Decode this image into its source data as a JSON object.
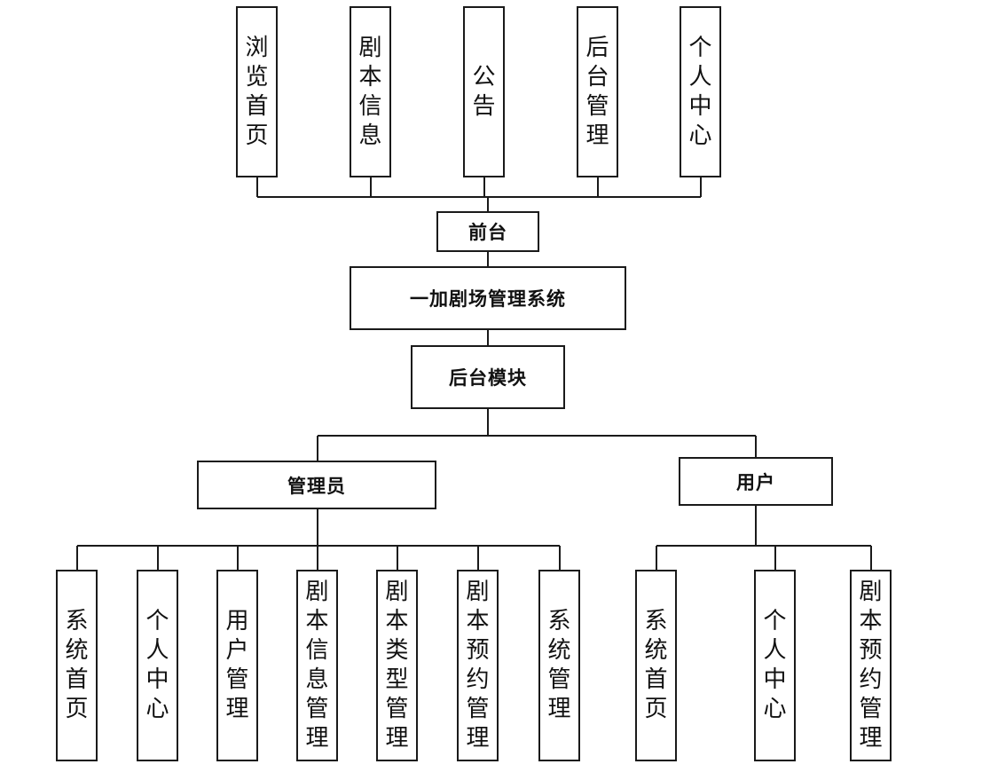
{
  "root": {
    "id": "root",
    "label": "一加剧场管理系统"
  },
  "frontend": {
    "node": {
      "id": "frontend",
      "label": "前台"
    },
    "children": [
      {
        "id": "f1",
        "label": "浏览首页"
      },
      {
        "id": "f2",
        "label": "剧本信息"
      },
      {
        "id": "f3",
        "label": "公告"
      },
      {
        "id": "f4",
        "label": "后台管理"
      },
      {
        "id": "f5",
        "label": "个人中心"
      }
    ]
  },
  "backend": {
    "node": {
      "id": "backend",
      "label": "后台模块"
    },
    "admin": {
      "node": {
        "id": "admin",
        "label": "管理员"
      },
      "children": [
        {
          "id": "a1",
          "label": "系统首页"
        },
        {
          "id": "a2",
          "label": "个人中心"
        },
        {
          "id": "a3",
          "label": "用户管理"
        },
        {
          "id": "a4",
          "label": "剧本信息管理"
        },
        {
          "id": "a5",
          "label": "剧本类型管理"
        },
        {
          "id": "a6",
          "label": "剧本预约管理"
        },
        {
          "id": "a7",
          "label": "系统管理"
        }
      ]
    },
    "user": {
      "node": {
        "id": "user",
        "label": "用户"
      },
      "children": [
        {
          "id": "u1",
          "label": "系统首页"
        },
        {
          "id": "u2",
          "label": "个人中心"
        },
        {
          "id": "u3",
          "label": "剧本预约管理"
        }
      ]
    }
  },
  "style": {
    "line_color": "#1a1a1a",
    "box_border": "#1a1a1a",
    "text_color": "#111111"
  }
}
